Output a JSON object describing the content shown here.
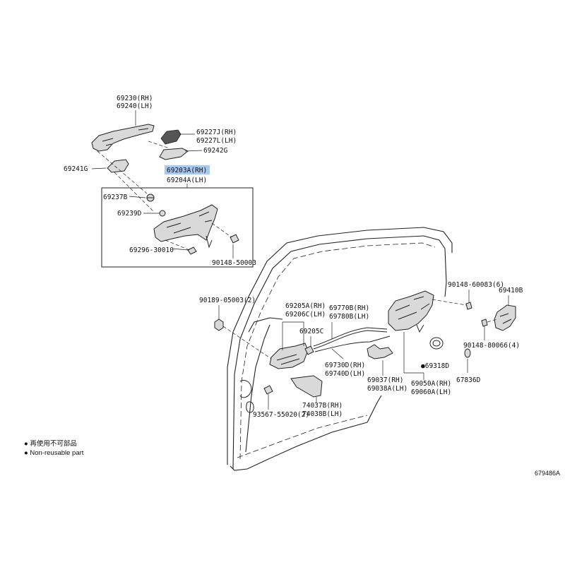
{
  "labels": {
    "p69230": "69230(RH)",
    "p69240": "69240(LH)",
    "p69227j": "69227J(RH)",
    "p69227l": "69227L(LH)",
    "p69242g": "69242G",
    "p69241g": "69241G",
    "p69203a": "69203A(RH)",
    "p69204a": "69204A(LH)",
    "p69237b": "69237B",
    "p69239d": "69239D",
    "p69296": "69296-30010",
    "p90148_50003": "90148-50003",
    "p90189": "90189-05003(2)",
    "p69205a": "69205A(RH)",
    "p69206c": "69206C(LH)",
    "p69205c": "69205C",
    "p69770b": "69770B(RH)",
    "p69780b": "69780B(LH)",
    "p69730d": "69730D(RH)",
    "p69740d": "69740D(LH)",
    "p69037": "69037(RH)",
    "p69038a": "69038A(LH)",
    "p69318d": "●69318D",
    "p69050a": "69050A(RH)",
    "p69060a": "69060A(LH)",
    "p90148_60083": "90148-60083(6)",
    "p69410b": "69410B",
    "p90148_80066": "90148-80066(4)",
    "p67836d": "67836D",
    "p74037b": "74037B(RH)",
    "p74038b": "74038B(LH)",
    "p93567": "93567-55020(2)"
  },
  "legend": {
    "line1": "● 再使用不可部品",
    "line2": "● Non-reusable part"
  },
  "diagram_code": "679486A",
  "highlight_color": "#a9c8ee"
}
